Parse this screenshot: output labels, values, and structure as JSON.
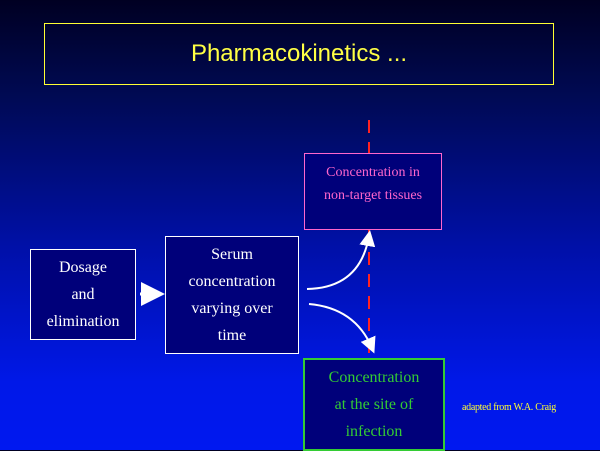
{
  "slide": {
    "title": "Pharmacokinetics ...",
    "boxes": {
      "dosage": [
        "Dosage",
        "and",
        "elimination"
      ],
      "serum": [
        "Serum",
        "concentration",
        "varying over",
        "time"
      ],
      "non_target": [
        "Concentration in",
        "non-target tissues"
      ],
      "site_of_infection": [
        "Concentration",
        "at the site of",
        "infection"
      ]
    },
    "credit": "adapted from W.A. Craig"
  },
  "colors": {
    "title": "#ffff44",
    "non_target": "#ff66cc",
    "site_of_infection": "#33cc33",
    "divider": "#ff2222",
    "arrow": "#ffffff"
  }
}
